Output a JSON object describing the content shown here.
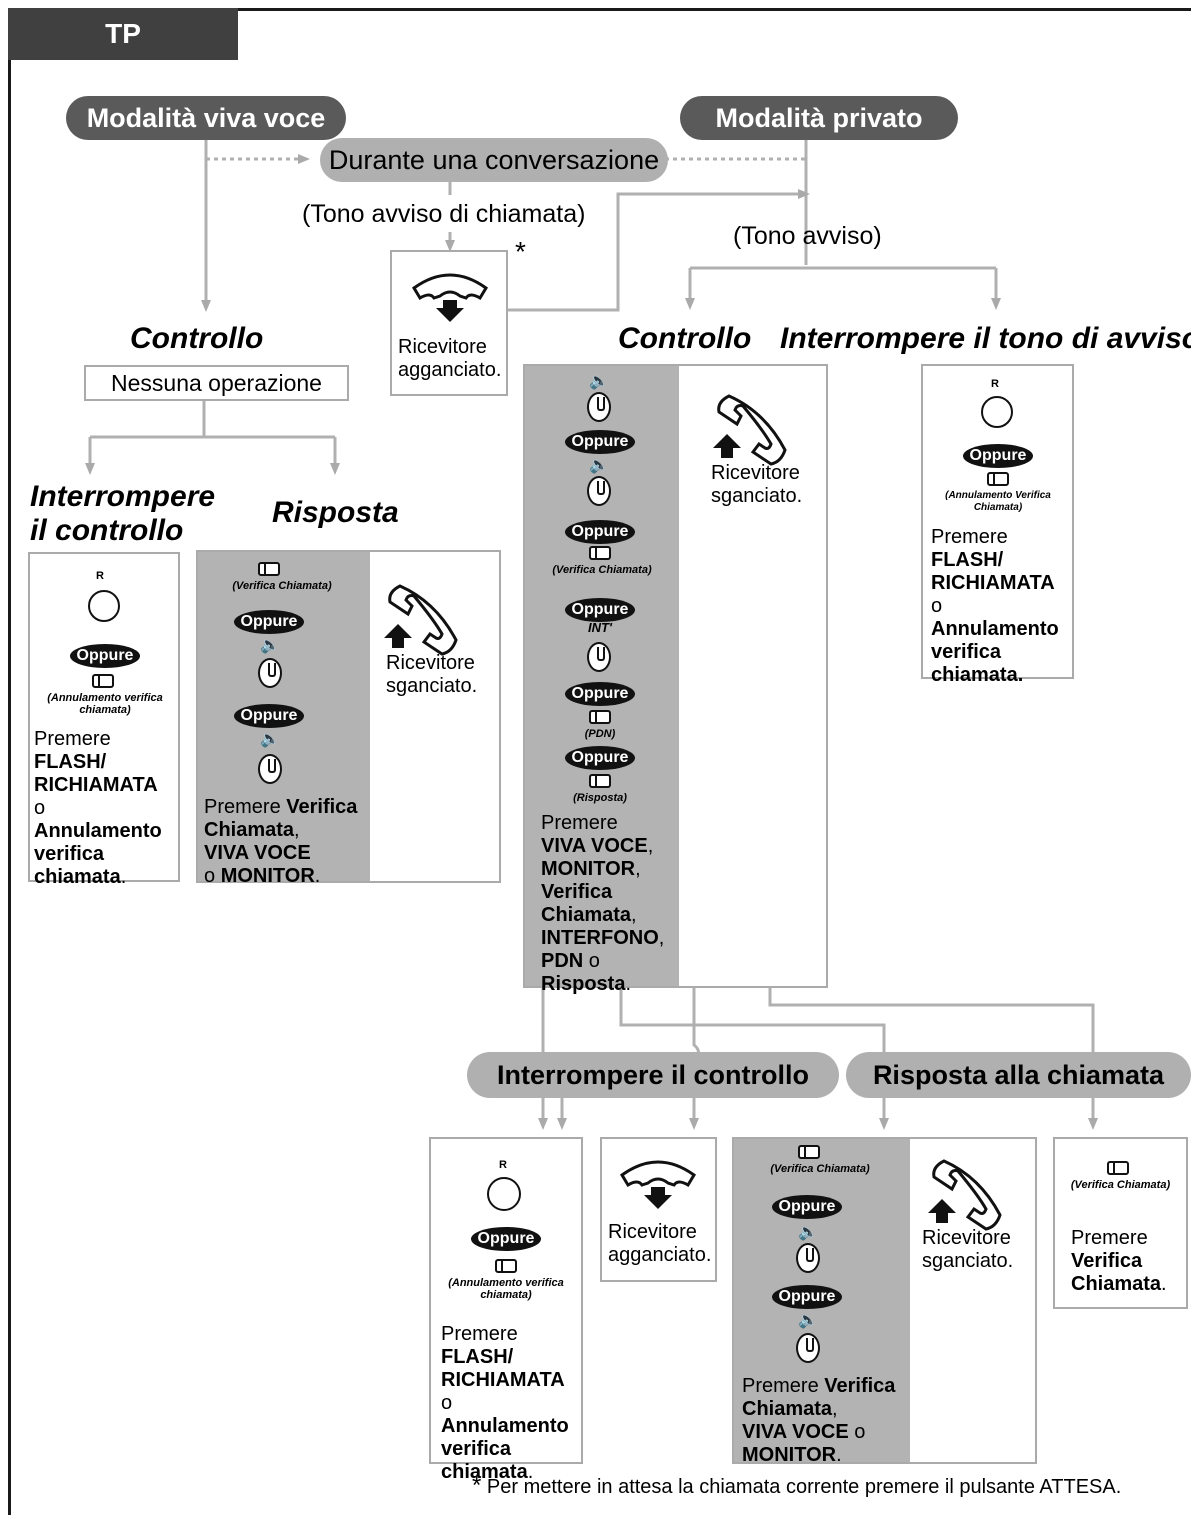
{
  "tab": "TP",
  "headers": {
    "handsfree": "Modalità viva voce",
    "private": "Modalità privato",
    "during_call": "Durante una conversazione",
    "stop_monitor": "Interrompere il controllo",
    "answer_call": "Risposta alla chiamata"
  },
  "tones": {
    "call_waiting": "(Tono avviso di chiamata)",
    "alert": "(Tono avviso)"
  },
  "asterisk": "*",
  "headings": {
    "monitor_left": "Controllo",
    "monitor_right": "Controllo",
    "stop_tone": "Interrompere il tono di avviso",
    "stop_monitor_line1": "Interrompere",
    "stop_monitor_line2": "il controllo",
    "answer": "Risposta"
  },
  "no_operation": "Nessuna operazione",
  "hook": {
    "on": "Ricevitore agganciato.",
    "off": "Ricevitore sganciato."
  },
  "oppure": "Oppure",
  "r": "R",
  "captions": {
    "cancel_verify_lc": "(Annulamento verifica chiamata)",
    "cancel_verify_uc": "(Annulamento Verifica Chiamata)",
    "verify": "(Verifica Chiamata)",
    "int": "INT'",
    "pdn": "(PDN)",
    "answer": "(Risposta)"
  },
  "instructions": {
    "press": "Premere",
    "flash": "FLASH/",
    "richiamata": "RICHIAMATA",
    "o": "o",
    "annulamento": "Annulamento",
    "verifica_lc": "verifica",
    "chiamata_lc": "chiamata",
    "period": ".",
    "verifica": "Verifica",
    "chiamata": "Chiamata",
    "viva_voce": "VIVA VOCE",
    "monitor": "MONITOR",
    "interfono": "INTERFONO",
    "pdn": "PDN",
    "risposta": "Risposta",
    "comma": ","
  },
  "footnote": "Per mettere in attesa la chiamata corrente premere il pulsante ATTESA."
}
